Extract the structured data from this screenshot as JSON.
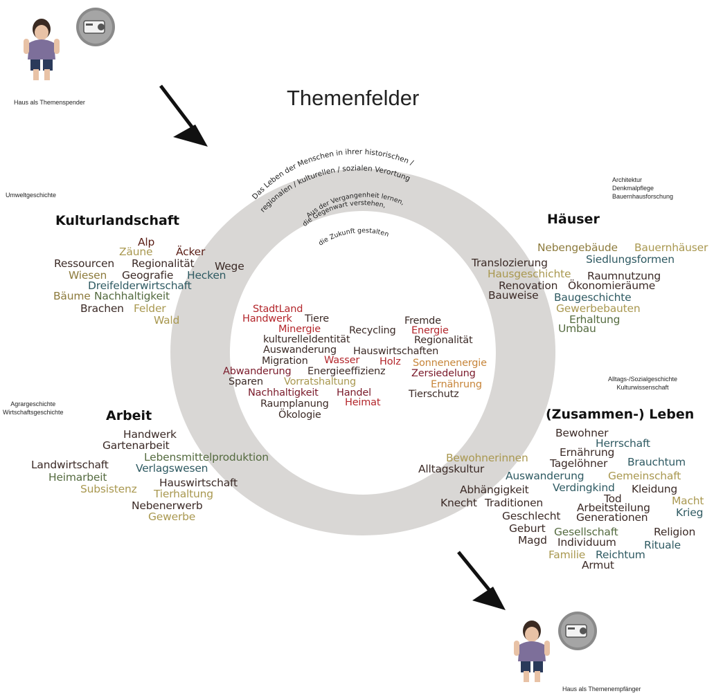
{
  "title": "Themenfelder",
  "captions": {
    "sender": "Haus als Themenspender",
    "receiver": "Haus als Themenempfänger"
  },
  "ring": {
    "outer_text_1": "Das Leben der Menschen in ihrer historischen /",
    "outer_text_2": "regionalen / kulturellen / sozialen Verortung",
    "inner_text_1": "Aus der Vergangenheit lernen,",
    "inner_text_2": "die Gegenwart verstehen,",
    "inner_text_3": "die Zukunft gestalten",
    "ring_color": "#d9d7d5"
  },
  "side_notes": {
    "umwelt": "Umweltgeschichte",
    "architektur_1": "Architektur",
    "architektur_2": "Denkmalpflege",
    "architektur_3": "Bauernhausforschung",
    "alltag_1": "Alltags-/Sozialgeschichte",
    "alltag_2": "Kulturwissenschaft",
    "agrar_1": "Agrargeschichte",
    "agrar_2": "Wirtschaftsgeschichte"
  },
  "headings": {
    "kultur": "Kulturlandschaft",
    "haeuser": "Häuser",
    "arbeit": "Arbeit",
    "leben": "(Zusammen-) Leben"
  },
  "kultur_words": [
    "Alp",
    "Zäune",
    "Äcker",
    "Ressourcen",
    "Regionalität",
    "Wege",
    "Wiesen",
    "Geografie",
    "Hecken",
    "Dreifelderwirtschaft",
    "Bäume",
    "Nachhaltigkeit",
    "Brachen",
    "Felder",
    "Wald"
  ],
  "haeuser_words": [
    "Nebengebäude",
    "Bauernhäuser",
    "Siedlungsformen",
    "Translozierung",
    "Hausgeschichte",
    "Raumnutzung",
    "Renovation",
    "Ökonomieräume",
    "Bauweise",
    "Baugeschichte",
    "Gewerbebauten",
    "Erhaltung",
    "Umbau"
  ],
  "arbeit_words": [
    "Handwerk",
    "Gartenarbeit",
    "Lebensmittelproduktion",
    "Landwirtschaft",
    "Verlagswesen",
    "Heimarbeit",
    "Hauswirtschaft",
    "Subsistenz",
    "Tierhaltung",
    "Nebenerwerb",
    "Gewerbe"
  ],
  "leben_words": [
    "Bewohner",
    "Herrschaft",
    "Ernährung",
    "Bewohnerinnen",
    "Tagelöhner",
    "Brauchtum",
    "Alltagskultur",
    "Auswanderung",
    "Gemeinschaft",
    "Verdingkind",
    "Abhängigkeit",
    "Kleidung",
    "Tod",
    "Macht",
    "Knecht",
    "Traditionen",
    "Arbeitsteilung",
    "Krieg",
    "Geschlecht",
    "Generationen",
    "Geburt",
    "Gesellschaft",
    "Religion",
    "Magd",
    "Individuum",
    "Rituale",
    "Familie",
    "Reichtum",
    "Armut"
  ],
  "center_words": [
    "StadtLand",
    "Handwerk",
    "Tiere",
    "Fremde",
    "Minergie",
    "Recycling",
    "Energie",
    "kulturelleIdentität",
    "Regionalität",
    "Auswanderung",
    "Hauswirtschaften",
    "Migration",
    "Wasser",
    "Holz",
    "Sonnenenergie",
    "Abwanderung",
    "Energieeffizienz",
    "Zersiedelung",
    "Sparen",
    "Vorratshaltung",
    "Ernährung",
    "Nachhaltigkeit",
    "Handel",
    "Tierschutz",
    "Raumplanung",
    "Heimat",
    "Ökologie"
  ]
}
